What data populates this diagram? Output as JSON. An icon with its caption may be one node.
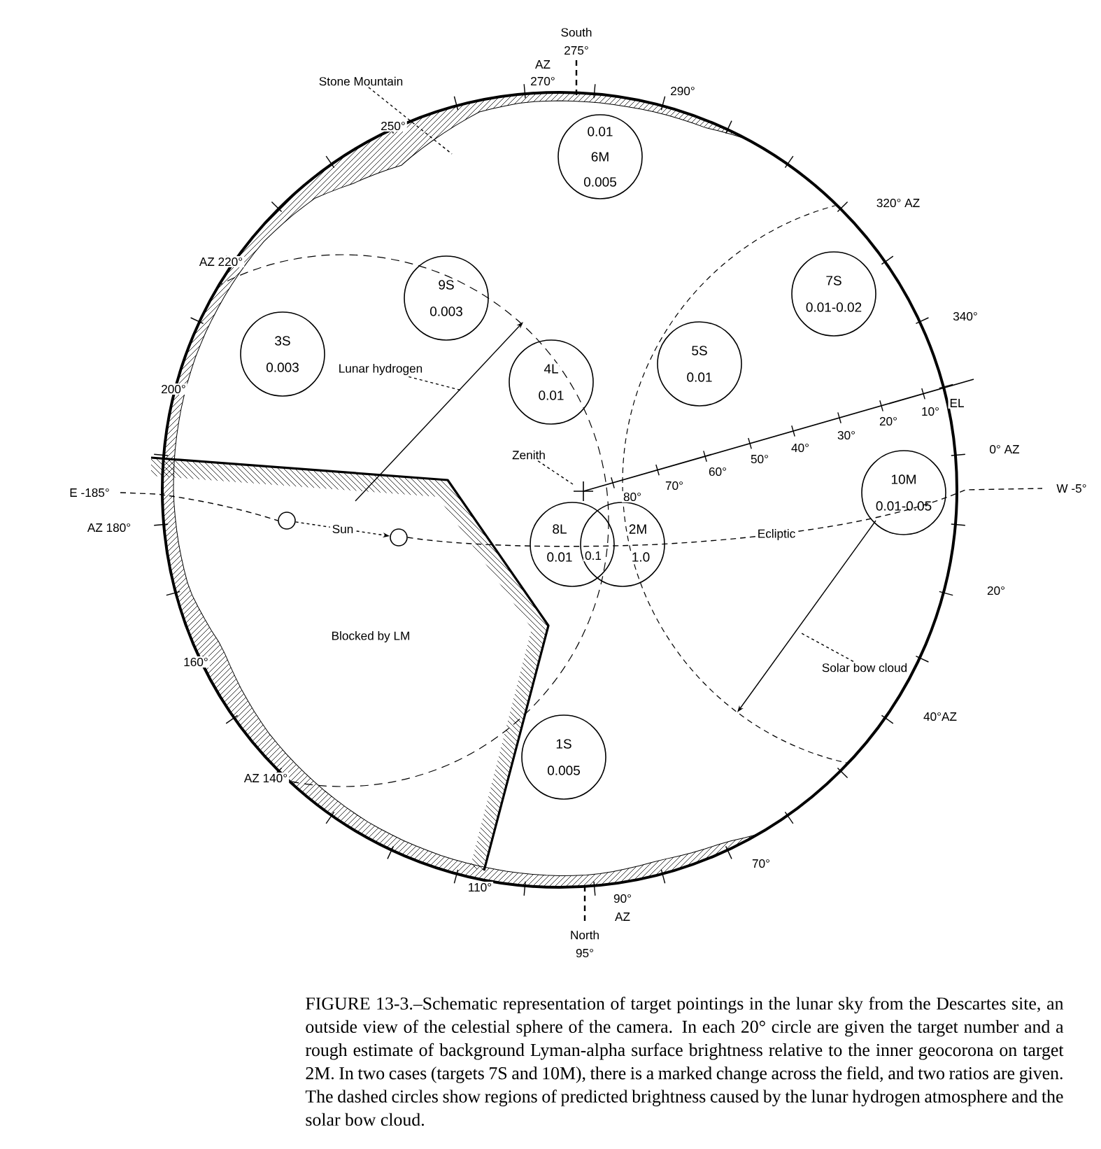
{
  "diagram": {
    "caption": "FIGURE 13-3.–Schematic representation of target pointings in the lunar sky from the Descartes site, an outside view of the celestial sphere of the camera. In each 20° circle are given the target number and a rough estimate of background Lyman-alpha surface brightness relative to the inner geocorona on target 2M. In two cases (targets 7S and 10M), there is a marked change across the field, and two ratios are given. The dashed circles show regions of predicted brightness caused by the lunar hydrogen atmosphere and the solar bow cloud.",
    "nodes": [
      {
        "text": [
          "Stone Mountain"
        ]
      },
      {
        "text": [
          "0.01",
          "6M",
          "0.005"
        ]
      },
      {
        "text": [
          "9S",
          "0.003"
        ]
      },
      {
        "text": [
          "3S",
          "0.003"
        ]
      },
      {
        "text": [
          "Lunar hydrogen"
        ]
      },
      {
        "text": [
          "4L",
          "0.01"
        ]
      },
      {
        "text": [
          "7S",
          "0.01-0.02"
        ]
      },
      {
        "text": [
          "5S",
          "0.01"
        ]
      },
      {
        "text": [
          "Zenith"
        ]
      },
      {
        "text": [],
        "shape": "cross"
      },
      {
        "text": [
          "10M",
          "0.01-0.05"
        ]
      },
      {
        "text": [],
        "shape": "circle"
      },
      {
        "text": [],
        "shape": "circle"
      },
      {
        "text": [
          "8L",
          "0.01"
        ]
      },
      {
        "text": [
          "2M",
          "1.0"
        ]
      },
      {
        "text": [
          "Solar bow cloud"
        ]
      },
      {
        "text": [
          "1S",
          "0.005"
        ]
      }
    ],
    "edges": [
      {
        "from": 11,
        "to": 12,
        "arrow": "to",
        "label": "Sun",
        "style": "dashed"
      },
      {
        "from": 0,
        "to": null,
        "arrow": "none",
        "style": "dashed"
      },
      {
        "from": 4,
        "to": null,
        "arrow": "none",
        "style": "dashed"
      },
      {
        "from": 8,
        "to": 9,
        "arrow": "none",
        "style": "dashed"
      },
      {
        "from": 15,
        "to": null,
        "arrow": "none",
        "style": "dashed"
      }
    ],
    "labels": [
      "South",
      "275°",
      "AZ",
      "270°",
      "290°",
      "250°",
      "320° AZ",
      "AZ 220°",
      "340°",
      "200°",
      "10°",
      "EL",
      "20°",
      "30°",
      "40°",
      "50°",
      "60°",
      "0° AZ",
      "70°",
      "E -185°",
      "80°",
      "W -5°",
      "AZ 180°",
      "0.1",
      "Ecliptic",
      "20°",
      "Blocked by LM",
      "160°",
      "40°AZ",
      "AZ 140°",
      "70°",
      "110°",
      "90°",
      "AZ",
      "North",
      "95°"
    ]
  }
}
